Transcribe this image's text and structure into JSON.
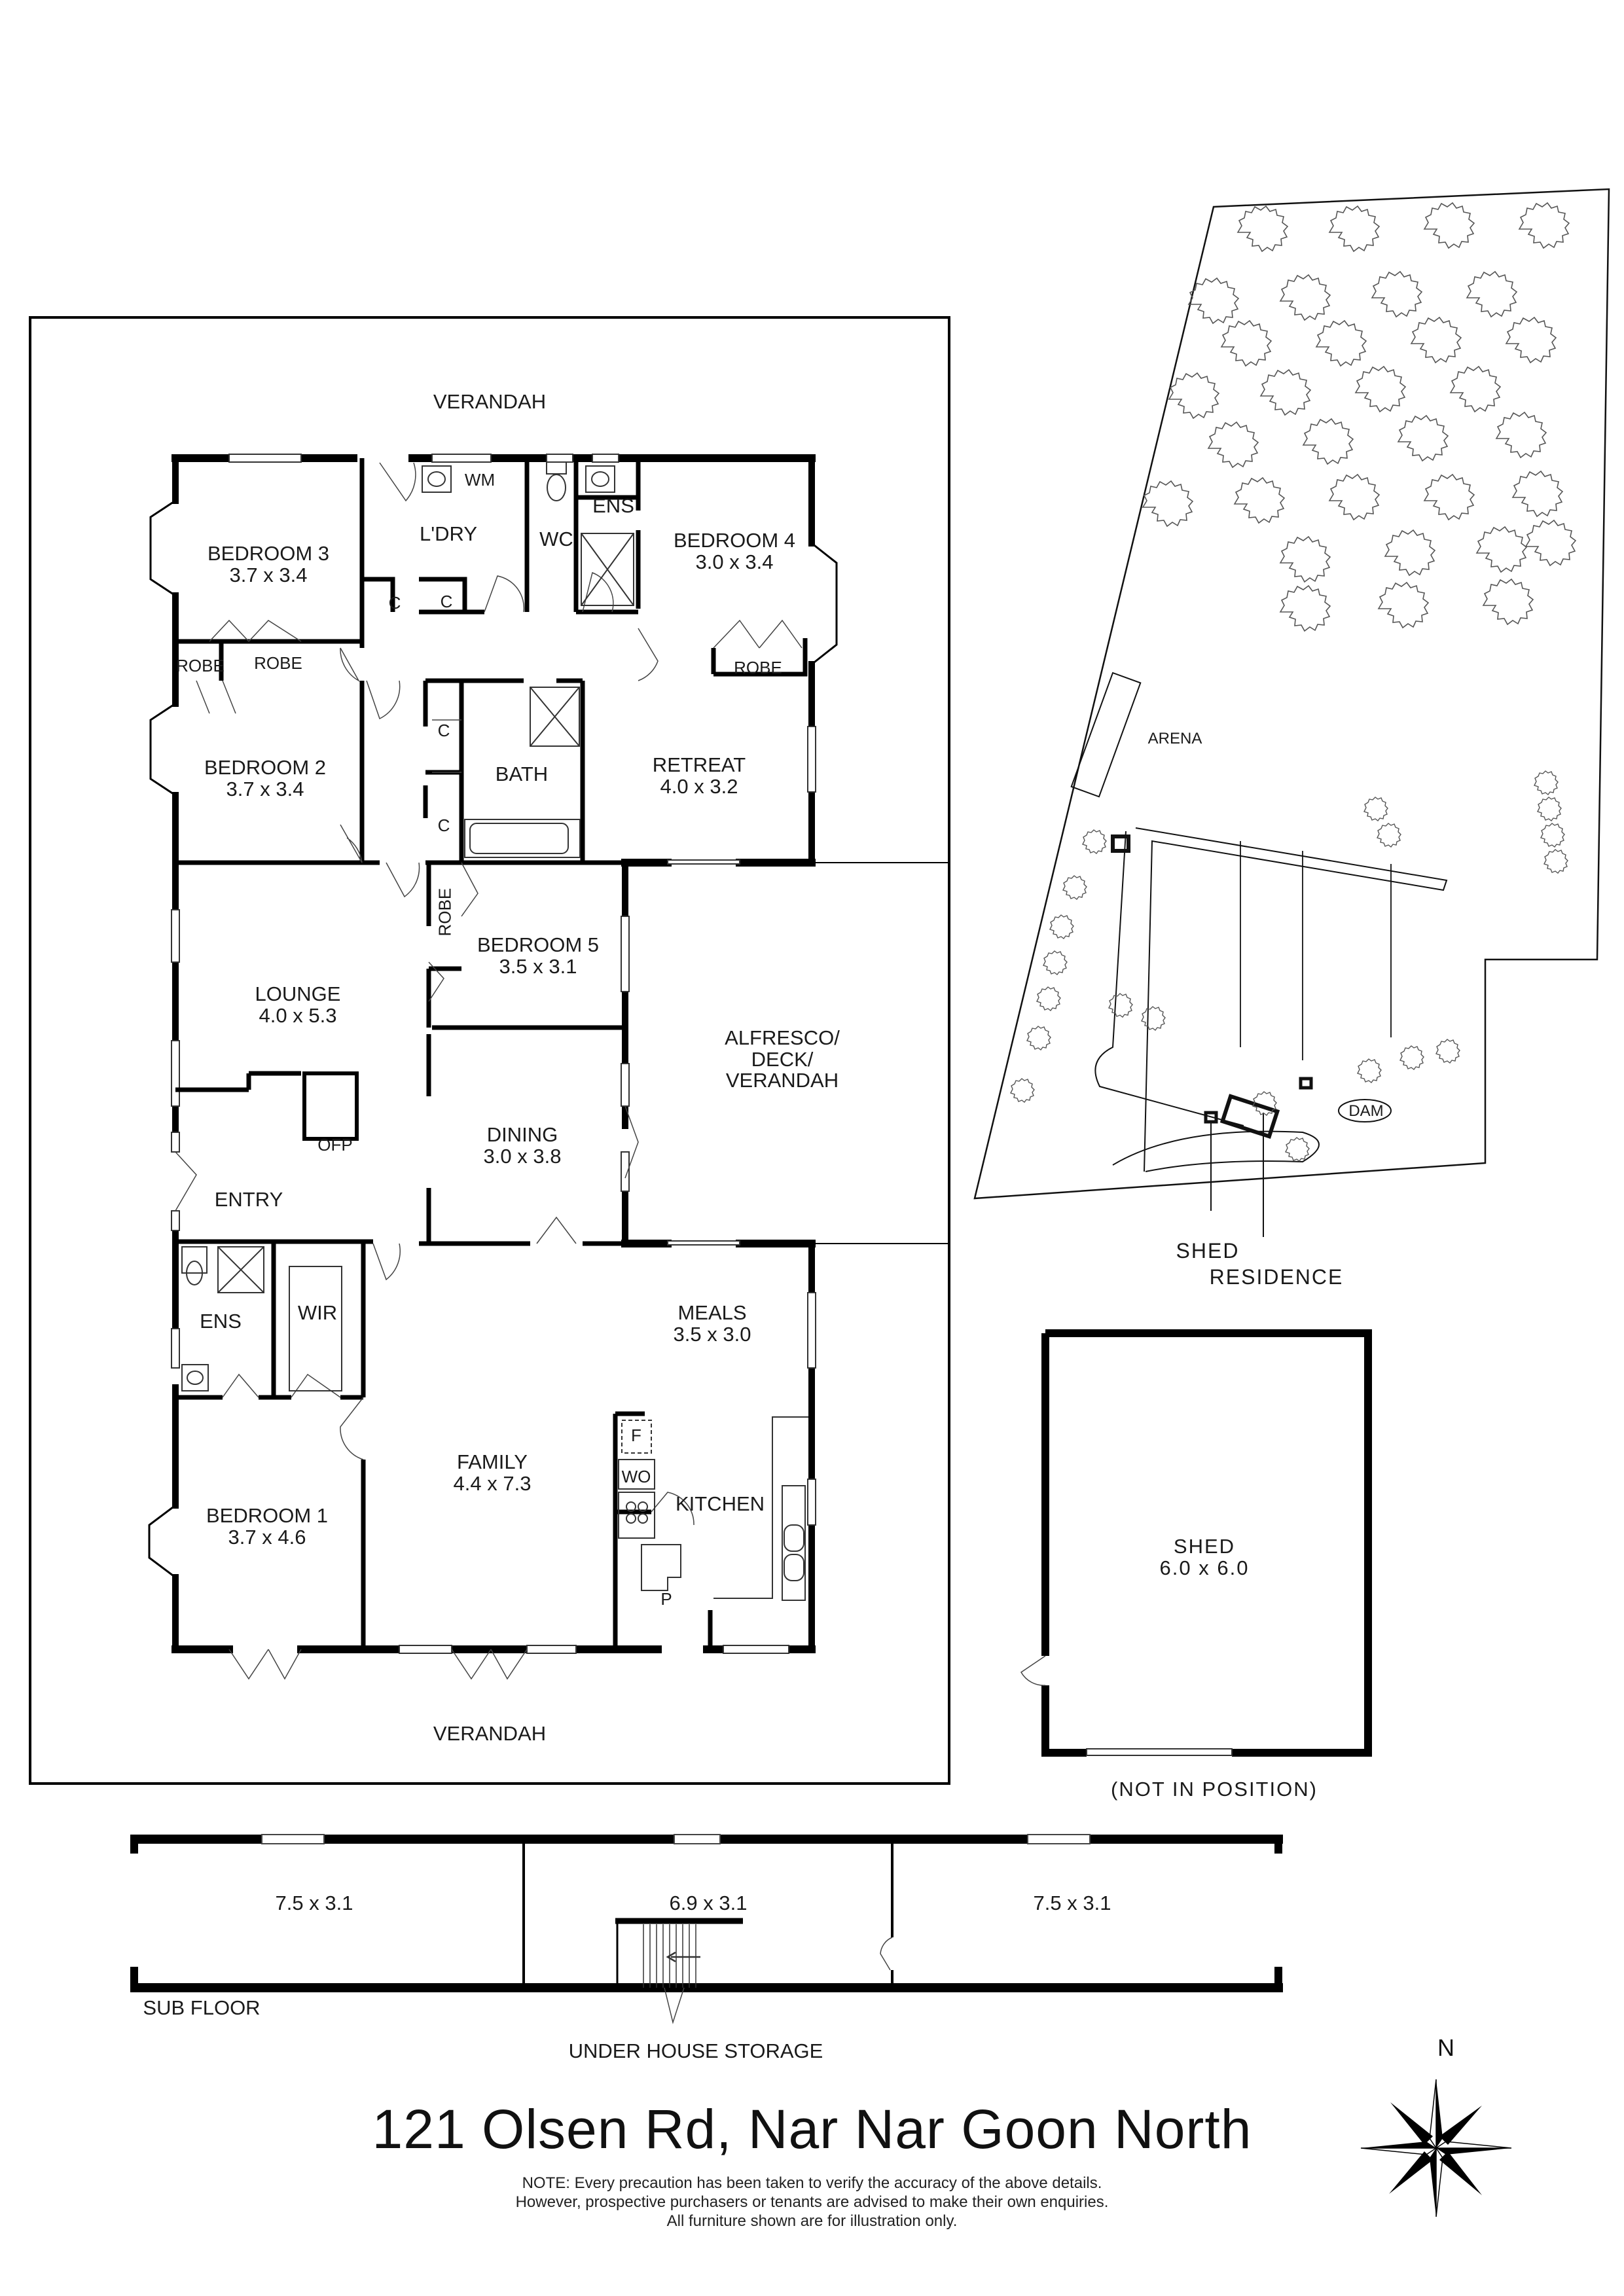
{
  "title": "121 Olsen Rd, Nar Nar Goon North",
  "note": {
    "line1": "NOTE: Every precaution has been taken to verify the accuracy of the above details.",
    "line2": "However, prospective purchasers or tenants are advised to make their own enquiries.",
    "line3": "All furniture shown are for illustration only."
  },
  "compass": {
    "north_label": "N",
    "icon": "compass-rose-icon"
  },
  "main_floor": {
    "verandah_top": "VERANDAH",
    "verandah_bottom": "VERANDAH",
    "rooms": {
      "bedroom3": {
        "name": "BEDROOM 3",
        "size": "3.7 x 3.4"
      },
      "bedroom2": {
        "name": "BEDROOM 2",
        "size": "3.7 x 3.4"
      },
      "bedroom4": {
        "name": "BEDROOM 4",
        "size": "3.0 x 3.4"
      },
      "bedroom5": {
        "name": "BEDROOM 5",
        "size": "3.5 x 3.1"
      },
      "bedroom1": {
        "name": "BEDROOM 1",
        "size": "3.7 x 4.6"
      },
      "laundry": {
        "name": "L'DRY"
      },
      "wc": {
        "name": "WC"
      },
      "ens_top": {
        "name": "ENS"
      },
      "ens_bottom": {
        "name": "ENS"
      },
      "bath": {
        "name": "BATH"
      },
      "retreat": {
        "name": "RETREAT",
        "size": "4.0 x 3.2"
      },
      "lounge": {
        "name": "LOUNGE",
        "size": "4.0 x 5.3"
      },
      "dining": {
        "name": "DINING",
        "size": "3.0 x 3.8"
      },
      "alfresco": {
        "line1": "ALFRESCO/",
        "line2": "DECK/",
        "line3": "VERANDAH"
      },
      "entry": {
        "name": "ENTRY"
      },
      "meals": {
        "name": "MEALS",
        "size": "3.5 x 3.0"
      },
      "family": {
        "name": "FAMILY",
        "size": "4.4 x 7.3"
      },
      "kitchen": {
        "name": "KITCHEN"
      },
      "wir": {
        "name": "WIR"
      }
    },
    "fixtures": {
      "wm": "WM",
      "c1": "C",
      "c2": "C",
      "c3": "C",
      "c4": "C",
      "robe_b3_left": "ROBE",
      "robe_b3_right": "ROBE",
      "robe_b4": "ROBE",
      "robe_b5": "ROBE",
      "ofp": "OFP",
      "fridge": "F",
      "wall_oven": "WO",
      "pantry": "P"
    }
  },
  "site_plan": {
    "arena": "ARENA",
    "dam": "DAM",
    "shed_label": "SHED",
    "residence_label": "RESIDENCE"
  },
  "shed": {
    "name": "SHED",
    "size": "6.0 x 6.0",
    "caption": "(NOT IN POSITION)"
  },
  "sub_floor": {
    "label": "SUB FLOOR",
    "storage_label": "UNDER HOUSE STORAGE",
    "rooms": [
      "7.5 x 3.1",
      "6.9 x 3.1",
      "7.5 x 3.1"
    ]
  }
}
